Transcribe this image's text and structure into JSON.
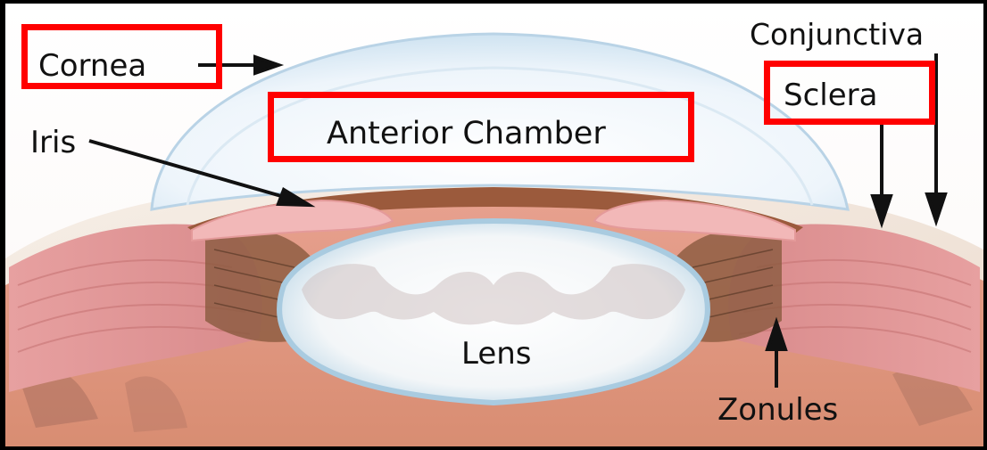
{
  "labels": {
    "cornea": "Cornea",
    "anterior_chamber": "Anterior Chamber",
    "sclera": "Sclera",
    "conjunctiva": "Conjunctiva",
    "iris": "Iris",
    "lens": "Lens",
    "zonules": "Zonules"
  },
  "highlight_color": "#ff0000",
  "highlighted_labels": [
    "Cornea",
    "Anterior Chamber",
    "Sclera"
  ]
}
